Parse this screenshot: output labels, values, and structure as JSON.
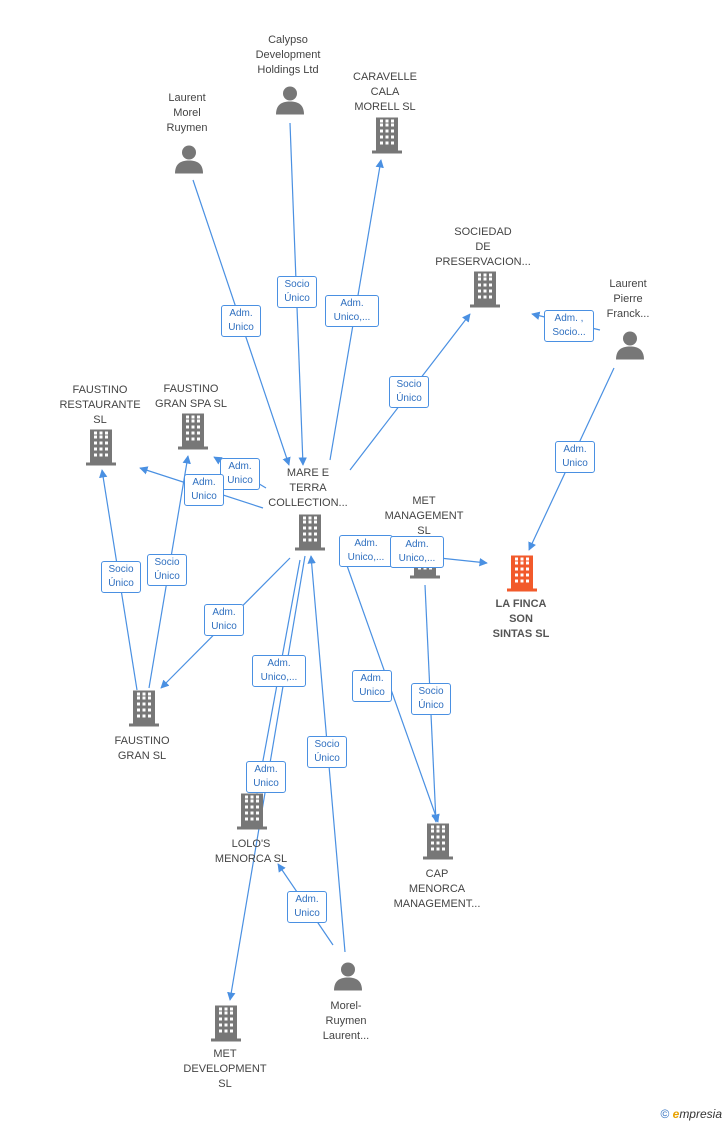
{
  "colors": {
    "edge": "#4a90e2",
    "node": "#777777",
    "highlight": "#f25a2b"
  },
  "nodes": [
    {
      "id": "calypso",
      "type": "person",
      "label": "Calypso\nDevelopment\nHoldings Ltd"
    },
    {
      "id": "caravelle",
      "type": "company",
      "label": "CARAVELLE\nCALA\nMORELL  SL"
    },
    {
      "id": "laurent_morel",
      "type": "person",
      "label": "Laurent\nMorel\nRuymen"
    },
    {
      "id": "sociedad",
      "type": "company",
      "label": "SOCIEDAD\nDE\nPRESERVACION..."
    },
    {
      "id": "laurent_pierre",
      "type": "person",
      "label": "Laurent\nPierre\nFranck..."
    },
    {
      "id": "faustino_rest",
      "type": "company",
      "label": "FAUSTINO\nRESTAURANTE\nSL"
    },
    {
      "id": "faustino_spa",
      "type": "company",
      "label": "FAUSTINO\nGRAN SPA  SL"
    },
    {
      "id": "mare",
      "type": "company",
      "label": "MARE E\nTERRA\nCOLLECTION..."
    },
    {
      "id": "met_mgmt",
      "type": "company",
      "label": "MET\nMANAGEMENT\nSL"
    },
    {
      "id": "la_finca",
      "type": "company",
      "label": "LA FINCA\nSON\nSINTAS  SL",
      "main": true
    },
    {
      "id": "faustino_gran",
      "type": "company",
      "label": "FAUSTINO\nGRAN  SL"
    },
    {
      "id": "lolos",
      "type": "company",
      "label": "LOLO'S\nMENORCA  SL"
    },
    {
      "id": "cap",
      "type": "company",
      "label": "CAP\nMENORCA\nMANAGEMENT..."
    },
    {
      "id": "morel_ruymen",
      "type": "person",
      "label": "Morel-\nRuymen\nLaurent..."
    },
    {
      "id": "met_dev",
      "type": "company",
      "label": "MET\nDEVELOPMENT\nSL"
    }
  ],
  "edges": [
    {
      "id": "e1",
      "label": "Socio\nÚnico"
    },
    {
      "id": "e2",
      "label": "Adm.\nUnico"
    },
    {
      "id": "e3",
      "label": "Adm.\nUnico,..."
    },
    {
      "id": "e4",
      "label": "Socio\nÚnico"
    },
    {
      "id": "e5",
      "label": "Adm. ,\nSocio..."
    },
    {
      "id": "e6",
      "label": "Adm.\nUnico"
    },
    {
      "id": "e7",
      "label": "Adm.\nUnico"
    },
    {
      "id": "e8",
      "label": "Adm.\nUnico"
    },
    {
      "id": "e9",
      "label": "Adm.\nUnico,..."
    },
    {
      "id": "e10",
      "label": "Adm.\nUnico,..."
    },
    {
      "id": "e11",
      "label": "Socio\nÚnico"
    },
    {
      "id": "e12",
      "label": "Socio\nÚnico"
    },
    {
      "id": "e13",
      "label": "Adm.\nUnico"
    },
    {
      "id": "e14",
      "label": "Adm.\nUnico,..."
    },
    {
      "id": "e15",
      "label": "Adm.\nUnico"
    },
    {
      "id": "e16",
      "label": "Socio\nÚnico"
    },
    {
      "id": "e17",
      "label": "Adm.\nUnico"
    },
    {
      "id": "e18",
      "label": "Socio\nÚnico"
    },
    {
      "id": "e19",
      "label": "Adm.\nUnico"
    }
  ],
  "brand": {
    "copyright": "©",
    "first": "e",
    "rest": "mpresia"
  }
}
